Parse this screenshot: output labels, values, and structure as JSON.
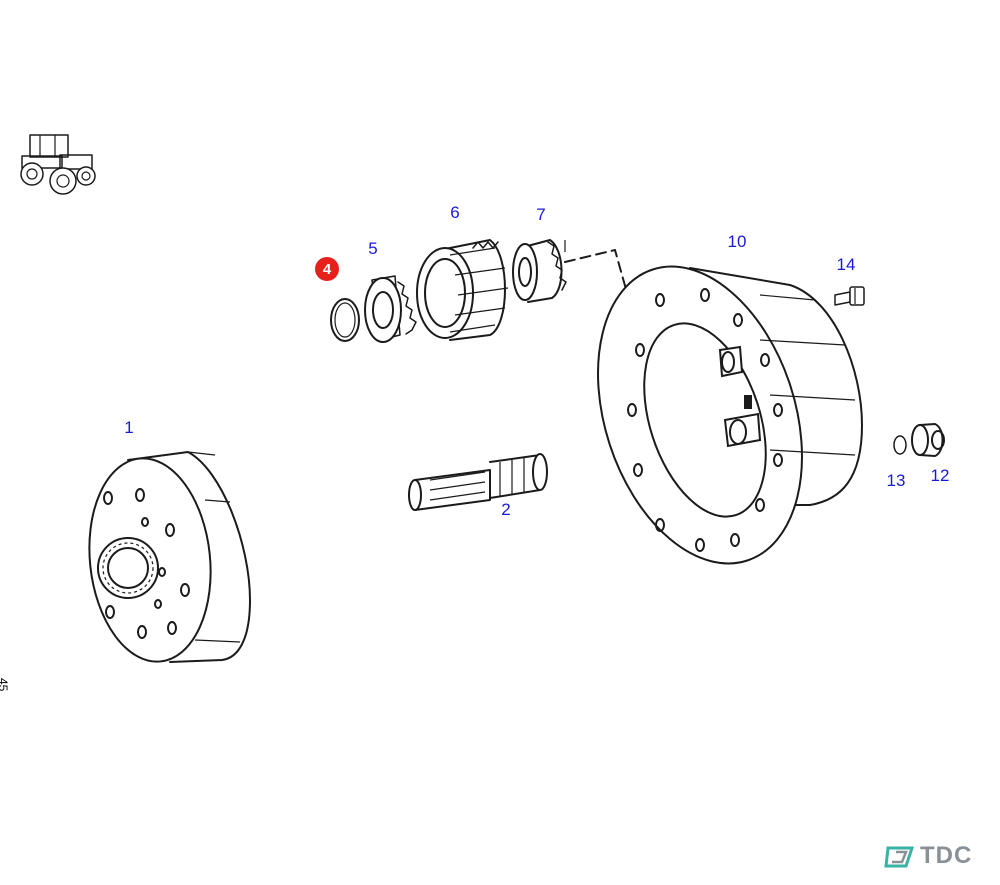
{
  "callouts": [
    {
      "id": "1",
      "label": "1"
    },
    {
      "id": "2",
      "label": "2"
    },
    {
      "id": "4",
      "label": "4",
      "highlighted": true
    },
    {
      "id": "5",
      "label": "5"
    },
    {
      "id": "6",
      "label": "6"
    },
    {
      "id": "7",
      "label": "7"
    },
    {
      "id": "10",
      "label": "10"
    },
    {
      "id": "12",
      "label": "12"
    },
    {
      "id": "13",
      "label": "13"
    },
    {
      "id": "14",
      "label": "14"
    }
  ],
  "side_code": "45",
  "brand": {
    "name": "TDC",
    "color": "#8a9196",
    "accent": "#3ab2a5"
  },
  "colors": {
    "callout": "#1a1ad6",
    "highlight": "#e8201c",
    "line": "#1b1b1b"
  },
  "icons": {
    "vehicle": "tractor-icon",
    "logo": "tdc-logo-icon"
  }
}
